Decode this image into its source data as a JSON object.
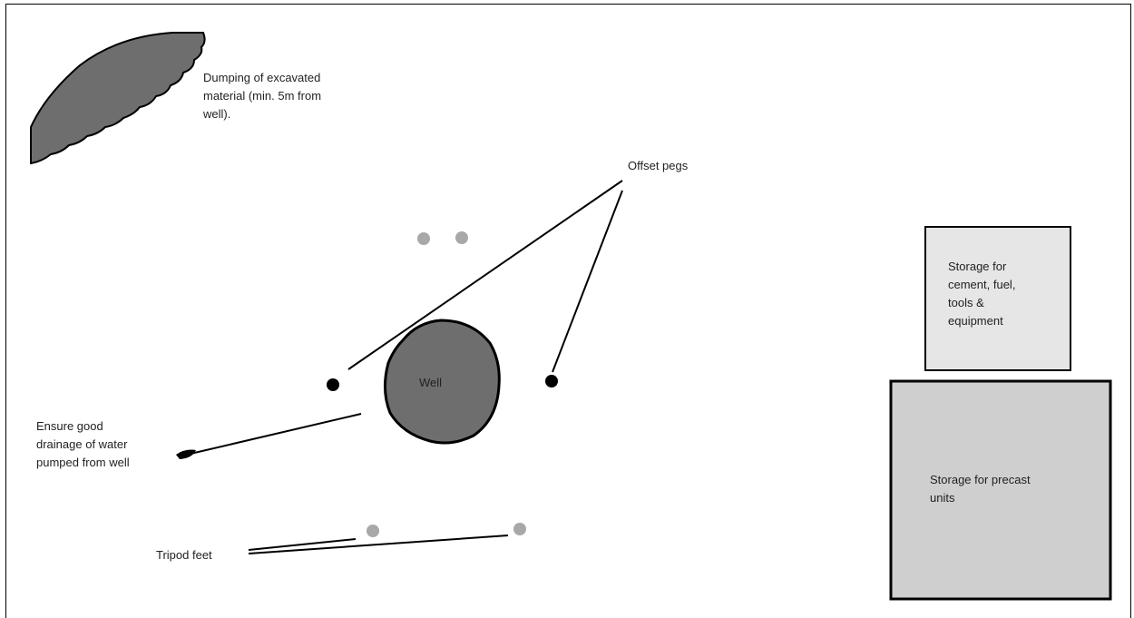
{
  "labels": {
    "dumping": [
      "Dumping of excavated",
      "material (min. 5m from",
      "well)."
    ],
    "offset_pegs": "Offset pegs",
    "well": "Well",
    "drainage": [
      "Ensure good",
      "drainage of water",
      "pumped from well"
    ],
    "tripod_feet": "Tripod feet",
    "storage_small": [
      "Storage for",
      "cement, fuel,",
      "tools &",
      "equipment"
    ],
    "storage_large": [
      "Storage for precast",
      "units"
    ]
  },
  "colors": {
    "dark_fill": "#6e6e6e",
    "peg_black": "#000000",
    "peg_grey": "#a8a8a8",
    "storage_small_fill": "#e6e6e6",
    "storage_large_fill": "#cfcfcf"
  }
}
